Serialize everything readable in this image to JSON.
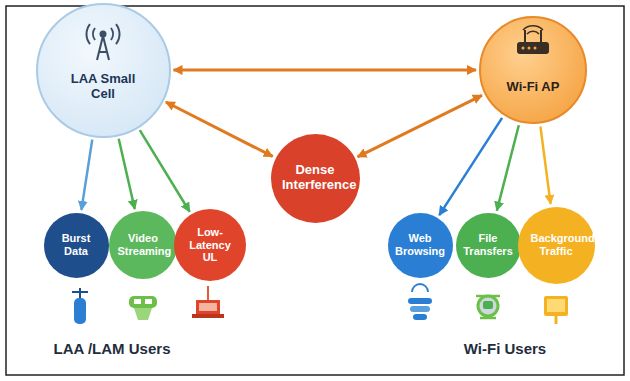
{
  "diagram": {
    "nodes": [
      {
        "text": [
          "LAA Small Cell"
        ]
      },
      {
        "text": [
          "Wi-Fi AP"
        ]
      },
      {
        "text": [
          "Dense Interference"
        ]
      },
      {
        "text": [
          "Burst Data"
        ]
      },
      {
        "text": [
          "Video Streaming"
        ]
      },
      {
        "text": [
          "Low-Latency UL"
        ]
      },
      {
        "text": [
          "Web Browsing"
        ]
      },
      {
        "text": [
          "File Transfers"
        ]
      },
      {
        "text": [
          "Background Traffic"
        ]
      }
    ],
    "edges": [
      {
        "from": 0,
        "to": 1,
        "arrow": "both"
      },
      {
        "from": 0,
        "to": 2,
        "arrow": "both"
      },
      {
        "from": 1,
        "to": 2,
        "arrow": "both"
      },
      {
        "from": 0,
        "to": 3,
        "arrow": "to"
      },
      {
        "from": 0,
        "to": 4,
        "arrow": "to"
      },
      {
        "from": 0,
        "to": 5,
        "arrow": "to"
      },
      {
        "from": 1,
        "to": 6,
        "arrow": "to"
      },
      {
        "from": 1,
        "to": 7,
        "arrow": "to"
      },
      {
        "from": 1,
        "to": 8,
        "arrow": "to"
      }
    ],
    "labels": [
      "LAA /LAM Users",
      "Wi-Fi Users"
    ]
  }
}
